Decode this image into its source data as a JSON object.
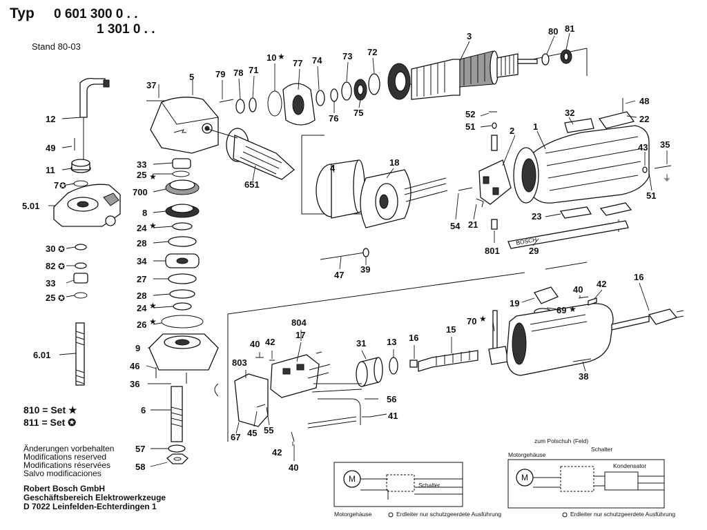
{
  "header": {
    "typ_label": "Typ",
    "typ_line1": "0 601 300 0 . .",
    "typ_line2": "1 301 0 . .",
    "stand": "Stand 80-03"
  },
  "parts": {
    "p1": "1",
    "p2": "2",
    "p3": "3",
    "p4": "4",
    "p5": "5",
    "p501": "5.01",
    "p6": "6",
    "p601": "6.01",
    "p7": "7",
    "p8": "8",
    "p9": "9",
    "p10": "10",
    "p11": "11",
    "p12": "12",
    "p13": "13",
    "p15": "15",
    "p16a": "16",
    "p16b": "16",
    "p17": "17",
    "p18": "18",
    "p19": "19",
    "p21": "21",
    "p22": "22",
    "p23": "23",
    "p24a": "24",
    "p24b": "24",
    "p25a": "25",
    "p25b": "25",
    "p26": "26",
    "p27": "27",
    "p28a": "28",
    "p28b": "28",
    "p29": "29",
    "p30": "30",
    "p31": "31",
    "p32": "32",
    "p33a": "33",
    "p33b": "33",
    "p34": "34",
    "p35": "35",
    "p36": "36",
    "p37": "37",
    "p38": "38",
    "p39": "39",
    "p40a": "40",
    "p40b": "40",
    "p40c": "40",
    "p41": "41",
    "p42a": "42",
    "p42b": "42",
    "p42c": "42",
    "p43": "43",
    "p45": "45",
    "p46": "46",
    "p47": "47",
    "p48": "48",
    "p49": "49",
    "p51a": "51",
    "p51b": "51",
    "p52": "52",
    "p54": "54",
    "p55": "55",
    "p56": "56",
    "p57": "57",
    "p58": "58",
    "p67": "67",
    "p69": "69",
    "p70": "70",
    "p71": "71",
    "p72": "72",
    "p73": "73",
    "p74": "74",
    "p75": "75",
    "p76": "76",
    "p77": "77",
    "p78": "78",
    "p79": "79",
    "p80": "80",
    "p81": "81",
    "p82": "82",
    "p651": "651",
    "p700": "700",
    "p801": "801",
    "p803": "803",
    "p804": "804"
  },
  "legend": {
    "set_star": "810 = Set",
    "set_circle": "811 = Set"
  },
  "notes": {
    "line1": "Änderungen vorbehalten",
    "line2": "Modifications reserved",
    "line3": "Modifications réservées",
    "line4": "Salvo modificaciones"
  },
  "company": {
    "line1": "Robert Bosch GmbH",
    "line2": "Geschäftsbereich Elektrowerkzeuge",
    "line3": "D 7022 Leinfelden-Echterdingen 1"
  },
  "circuit_left": {
    "motor_symbol": "M",
    "schalter": "Schalter",
    "motorgehaeuse": "Motorgehäuse",
    "erdleiter": "Erdleiter nur schutzgeerdete Ausführung"
  },
  "circuit_right": {
    "polschuh": "zum Polschuh",
    "feld": "(Feld)",
    "schalter": "Schalter",
    "motorgehaeuse": "Motorgehäuse",
    "kondensator": "Kondensator",
    "motor_symbol": "M",
    "erdleiter": "Erdleiter nur schutzgeerdete Ausführung"
  },
  "rail_print": "BOSCH"
}
